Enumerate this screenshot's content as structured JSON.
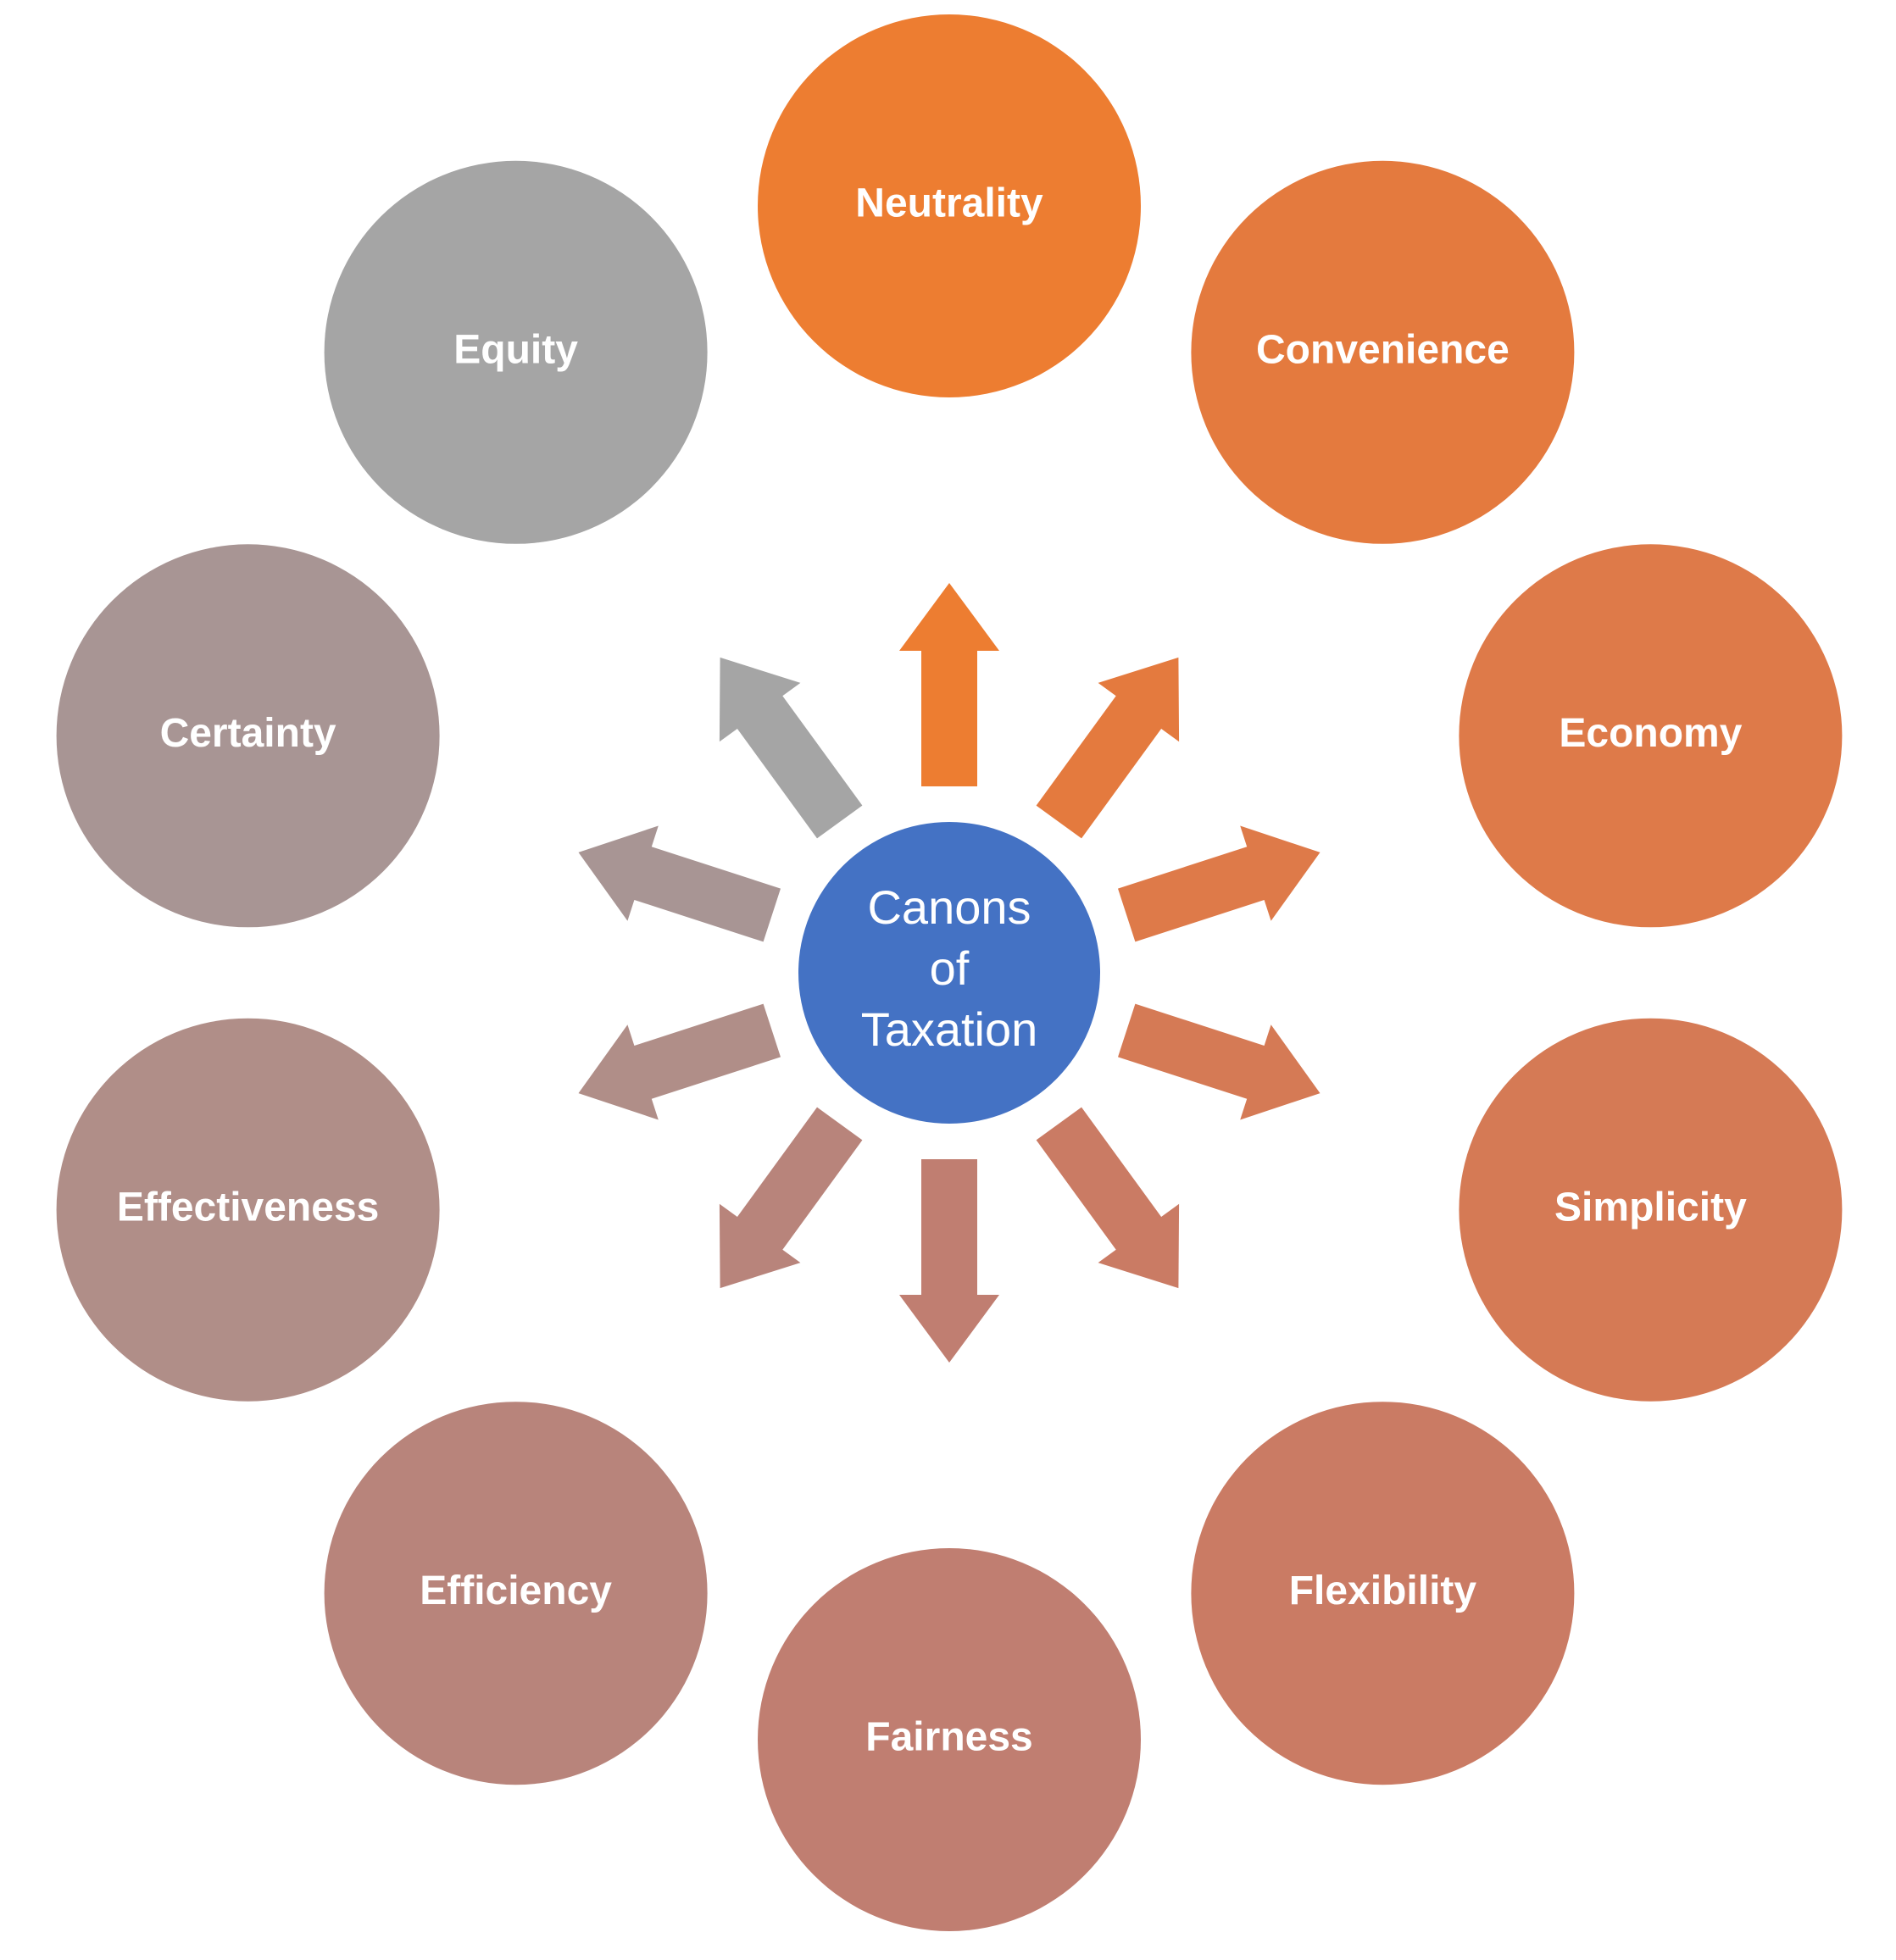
{
  "center": {
    "lines": [
      "Canons",
      "of",
      "Taxation"
    ],
    "color": "#4472C4"
  },
  "nodes": [
    {
      "label": "Neutrality",
      "color": "#ED7D31"
    },
    {
      "label": "Convenience",
      "color": "#E47A3E"
    },
    {
      "label": "Economy",
      "color": "#DE7A49"
    },
    {
      "label": "Simplicity",
      "color": "#D57A55"
    },
    {
      "label": "Flexibility",
      "color": "#CA7B64"
    },
    {
      "label": "Fairness",
      "color": "#C07E71"
    },
    {
      "label": "Efficiency",
      "color": "#B8847B"
    },
    {
      "label": "Effectiveness",
      "color": "#B08E88"
    },
    {
      "label": "Certainty",
      "color": "#A89594"
    },
    {
      "label": "Equity",
      "color": "#A5A5A5"
    }
  ]
}
